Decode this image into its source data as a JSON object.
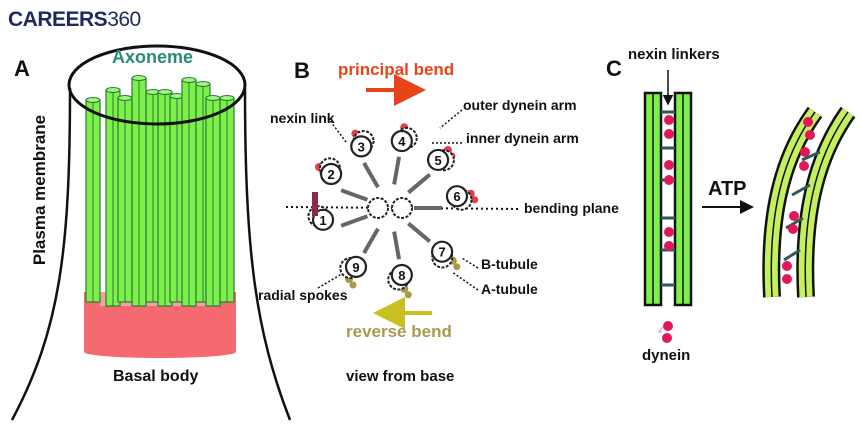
{
  "brand": {
    "name": "CAREERS",
    "number": "360"
  },
  "colors": {
    "brand": "#1f2a5c",
    "microtubule_green": "#7ef04a",
    "basal_body": "#f46a70",
    "axoneme_label": "#2a8a7a",
    "principal_bend": "#e8441a",
    "reverse_bend": "#a89a50",
    "reverse_arrow": "#c8c020",
    "dynein": "#e0185a",
    "outer_arm": "#e0404a",
    "olive_arm": "#a89a40"
  },
  "panel_a": {
    "letter": "A",
    "axoneme_label": "Axoneme",
    "membrane_label": "Plasma membrane",
    "basal_label": "Basal body"
  },
  "panel_b": {
    "letter": "B",
    "principal_bend": "principal bend",
    "reverse_bend": "reverse bend",
    "view_caption": "view from base",
    "labels": {
      "nexin_link": "nexin link",
      "outer_dynein_arm": "outer dynein arm",
      "inner_dynein_arm": "inner dynein arm",
      "bending_plane": "bending plane",
      "b_tubule": "B-tubule",
      "a_tubule": "A-tubule",
      "radial_spokes": "radial spokes"
    },
    "doublets": [
      "1",
      "2",
      "3",
      "4",
      "5",
      "6",
      "7",
      "8",
      "9"
    ]
  },
  "panel_c": {
    "letter": "C",
    "nexin_linkers": "nexin linkers",
    "atp": "ATP",
    "dynein": "dynein"
  }
}
